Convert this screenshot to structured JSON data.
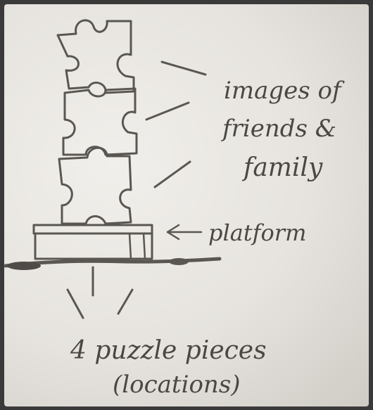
{
  "labels": {
    "images_line1": "images of",
    "images_line2": "friends &",
    "images_line3": "family",
    "platform": "platform",
    "bottom_line1": "4 puzzle pieces",
    "bottom_line2": "(locations)"
  },
  "colors": {
    "pencil": "#5a5753",
    "paper": "#ebe8e3"
  }
}
